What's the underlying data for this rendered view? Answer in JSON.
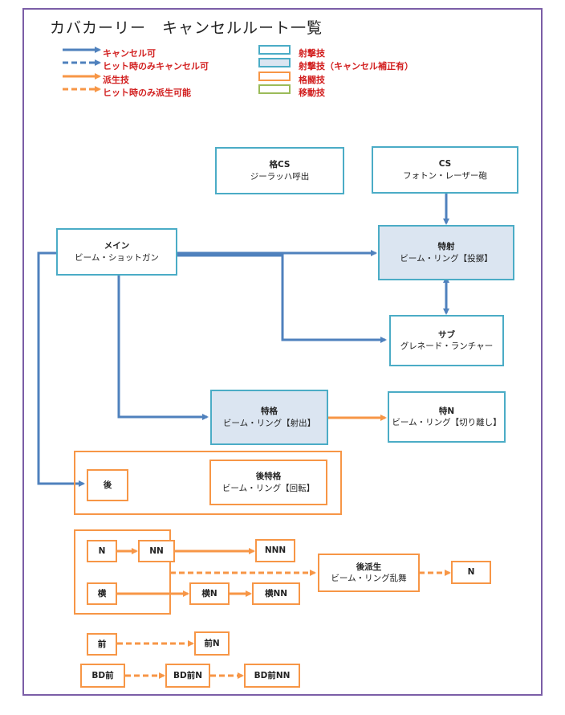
{
  "title": "カバカーリー　キャンセルルート一覧",
  "legend": {
    "cancel": "キャンセル可",
    "hit_cancel": "ヒット時のみキャンセル可",
    "derive": "派生技",
    "hit_derive": "ヒット時のみ派生可能",
    "shoot": "射撃技",
    "shoot_corr": "射撃技（キャンセル補正有）",
    "melee": "格闘技",
    "move": "移動技"
  },
  "nodes": {
    "kaku_cs": {
      "name": "格CS",
      "sub": "ジーラッハ呼出"
    },
    "cs": {
      "name": "CS",
      "sub": "フォトン・レーザー砲"
    },
    "main": {
      "name": "メイン",
      "sub": "ビーム・ショットガン"
    },
    "tokusha": {
      "name": "特射",
      "sub": "ビーム・リング【投擲】"
    },
    "sub": {
      "name": "サブ",
      "sub": "グレネード・ランチャー"
    },
    "tokukaku": {
      "name": "特格",
      "sub": "ビーム・リング【射出】"
    },
    "toku_n": {
      "name": "特N",
      "sub": "ビーム・リング【切り離し】"
    },
    "ushiro": {
      "name": "後"
    },
    "ushiro_toku": {
      "name": "後特格",
      "sub": "ビーム・リング【回転】"
    },
    "n": {
      "name": "N"
    },
    "nn": {
      "name": "NN"
    },
    "nnn": {
      "name": "NNN"
    },
    "yoko": {
      "name": "横"
    },
    "yoko_n": {
      "name": "横N"
    },
    "yoko_nn": {
      "name": "横NN"
    },
    "ushiro_ha": {
      "name": "後派生",
      "sub": "ビーム・リング乱舞"
    },
    "ha_n": {
      "name": "N"
    },
    "mae": {
      "name": "前"
    },
    "mae_n": {
      "name": "前N"
    },
    "bd_mae": {
      "name": "BD前"
    },
    "bd_mae_n": {
      "name": "BD前N"
    },
    "bd_mae_nn": {
      "name": "BD前NN"
    }
  },
  "colors": {
    "cancel_arrow": "#4f81bd",
    "derive_arrow": "#f79646",
    "shoot_border": "#4bacc6",
    "shoot_corr_fill": "#dbe5f1",
    "melee_border": "#f79646",
    "move_border": "#9bbb59",
    "legend_text": "#d21f1f",
    "frame": "#7b5ea7"
  }
}
